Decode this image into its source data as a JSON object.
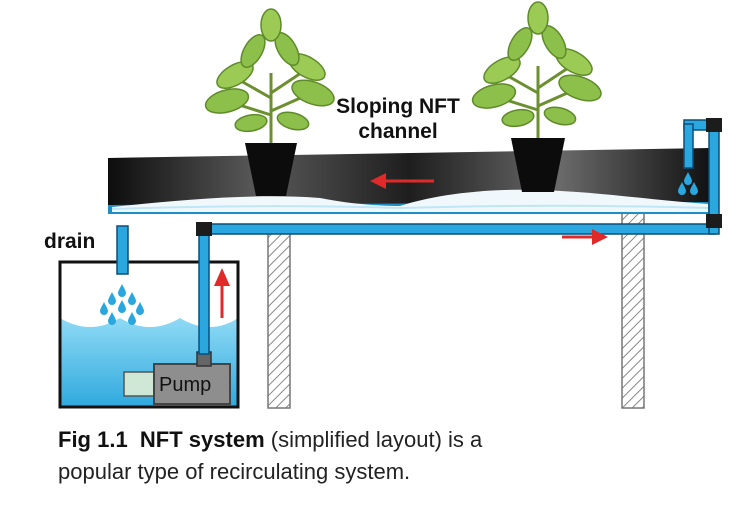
{
  "labels": {
    "channel_line1": "Sloping NFT",
    "channel_line2": "channel",
    "drain": "drain",
    "pump": "Pump"
  },
  "caption": {
    "fig_number": "Fig 1.1",
    "title": "NFT system",
    "rest_line1": "(simplified layout) is a",
    "line2": "popular type of recirculating system."
  },
  "colors": {
    "pipe": "#2aa7df",
    "pipe_edge": "#0b4f7a",
    "water": "#57c3ec",
    "arrow": "#e02a2a",
    "leaf": "#8dc04a",
    "channel": "#2b2b2b",
    "pump_body": "#888888"
  }
}
